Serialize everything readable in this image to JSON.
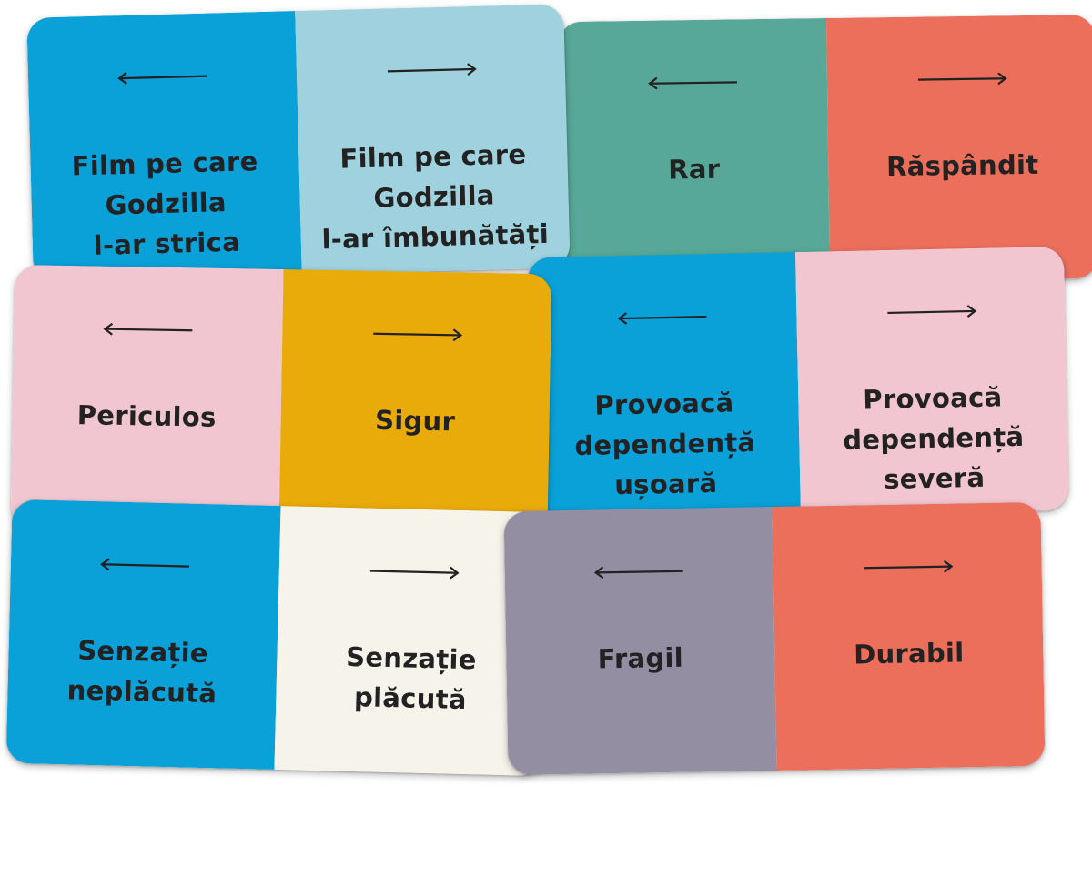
{
  "colors": {
    "blue": "#0aa0d8",
    "light_blue": "#9fd2de",
    "teal": "#57a898",
    "coral": "#ec6f5c",
    "pink": "#f1c6d0",
    "mustard": "#e9ab0a",
    "cream": "#f6f3eb",
    "grey_purple": "#948ea2",
    "text": "#222222"
  },
  "cards": [
    {
      "id": "card-rar-raspandit",
      "left": {
        "label": "Rar",
        "arrow": "arrow-left-icon",
        "color": "#57a898"
      },
      "right": {
        "label": "Răspândit",
        "arrow": "arrow-right-icon",
        "color": "#ec6f5c"
      }
    },
    {
      "id": "card-godzilla",
      "left": {
        "label": "Film pe care\nGodzilla\nl-ar strica",
        "arrow": "arrow-left-icon",
        "color": "#0aa0d8"
      },
      "right": {
        "label": "Film pe care\nGodzilla\nl-ar îmbunătăți",
        "arrow": "arrow-right-icon",
        "color": "#9fd2de"
      }
    },
    {
      "id": "card-dependenta",
      "left": {
        "label": "Provoacă\ndependență\nușoară",
        "arrow": "arrow-left-icon",
        "color": "#0aa0d8"
      },
      "right": {
        "label": "Provoacă\ndependență\nseveră",
        "arrow": "arrow-right-icon",
        "color": "#f1c6d0"
      }
    },
    {
      "id": "card-periculos-sigur",
      "left": {
        "label": "Periculos",
        "arrow": "arrow-left-icon",
        "color": "#f1c6d0"
      },
      "right": {
        "label": "Sigur",
        "arrow": "arrow-right-icon",
        "color": "#e9ab0a"
      }
    },
    {
      "id": "card-senzatie",
      "left": {
        "label": "Senzație\nneplăcută",
        "arrow": "arrow-left-icon",
        "color": "#0aa0d8"
      },
      "right": {
        "label": "Senzație\nplăcută",
        "arrow": "arrow-right-icon",
        "color": "#f6f3eb"
      }
    },
    {
      "id": "card-fragil-durabil",
      "left": {
        "label": "Fragil",
        "arrow": "arrow-left-icon",
        "color": "#948ea2"
      },
      "right": {
        "label": "Durabil",
        "arrow": "arrow-right-icon",
        "color": "#ec6f5c"
      }
    }
  ]
}
